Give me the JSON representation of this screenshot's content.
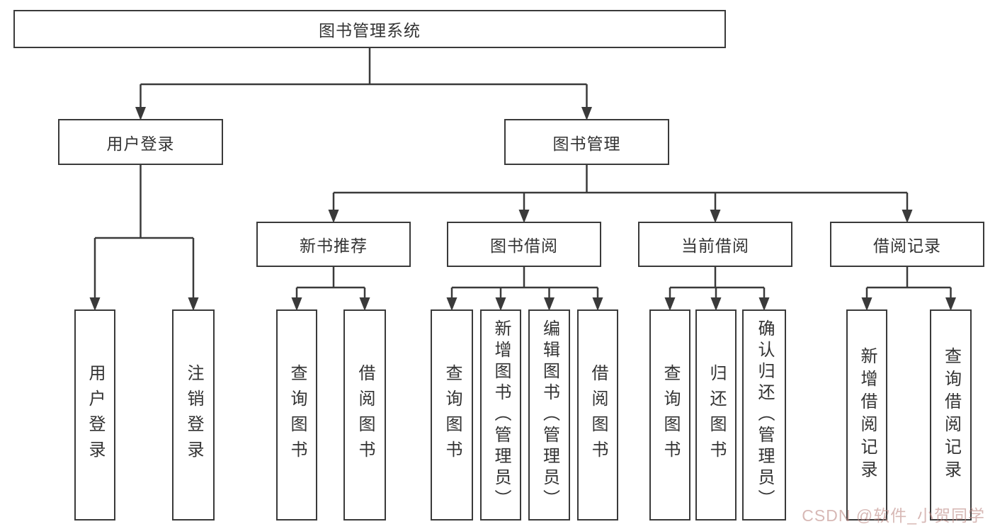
{
  "diagram": {
    "title": "图书管理系统",
    "colors": {
      "line": "#3a3a3a",
      "text": "#333333",
      "background": "#ffffff"
    },
    "nodes": [
      {
        "id": "system",
        "label": "图书管理系统",
        "level": 1,
        "parent": null,
        "orientation": "horizontal"
      },
      {
        "id": "user-login",
        "label": "用户登录",
        "level": 2,
        "parent": "system",
        "orientation": "horizontal"
      },
      {
        "id": "book-mgmt",
        "label": "图书管理",
        "level": 2,
        "parent": "system",
        "orientation": "horizontal"
      },
      {
        "id": "new-book-rec",
        "label": "新书推荐",
        "level": 3,
        "parent": "book-mgmt",
        "orientation": "horizontal"
      },
      {
        "id": "book-borrow",
        "label": "图书借阅",
        "level": 3,
        "parent": "book-mgmt",
        "orientation": "horizontal"
      },
      {
        "id": "current-borrow",
        "label": "当前借阅",
        "level": 3,
        "parent": "book-mgmt",
        "orientation": "horizontal"
      },
      {
        "id": "borrow-record",
        "label": "借阅记录",
        "level": 3,
        "parent": "book-mgmt",
        "orientation": "horizontal"
      },
      {
        "id": "login",
        "label": "用户登录",
        "level": 4,
        "parent": "user-login",
        "orientation": "vertical"
      },
      {
        "id": "logout",
        "label": "注销登录",
        "level": 4,
        "parent": "user-login",
        "orientation": "vertical"
      },
      {
        "id": "query-book-rec",
        "label": "查询图书",
        "level": 4,
        "parent": "new-book-rec",
        "orientation": "vertical"
      },
      {
        "id": "borrow-book-rec",
        "label": "借阅图书",
        "level": 4,
        "parent": "new-book-rec",
        "orientation": "vertical"
      },
      {
        "id": "query-book-borrow",
        "label": "查询图书",
        "level": 4,
        "parent": "book-borrow",
        "orientation": "vertical"
      },
      {
        "id": "add-book",
        "label": "新增图书（管理员）",
        "level": 4,
        "parent": "book-borrow",
        "orientation": "vertical"
      },
      {
        "id": "edit-book",
        "label": "编辑图书（管理员）",
        "level": 4,
        "parent": "book-borrow",
        "orientation": "vertical"
      },
      {
        "id": "borrow-book",
        "label": "借阅图书",
        "level": 4,
        "parent": "book-borrow",
        "orientation": "vertical"
      },
      {
        "id": "query-book-current",
        "label": "查询图书",
        "level": 4,
        "parent": "current-borrow",
        "orientation": "vertical"
      },
      {
        "id": "return-book",
        "label": "归还图书",
        "level": 4,
        "parent": "current-borrow",
        "orientation": "vertical"
      },
      {
        "id": "confirm-return",
        "label": "确认归还（管理员）",
        "level": 4,
        "parent": "current-borrow",
        "orientation": "vertical"
      },
      {
        "id": "add-borrow-record",
        "label": "新增借阅记录",
        "level": 4,
        "parent": "borrow-record",
        "orientation": "vertical"
      },
      {
        "id": "query-borrow-record",
        "label": "查询借阅记录",
        "level": 4,
        "parent": "borrow-record",
        "orientation": "vertical"
      }
    ]
  },
  "watermark": {
    "text": "CSDN @软件_小贺同学"
  }
}
